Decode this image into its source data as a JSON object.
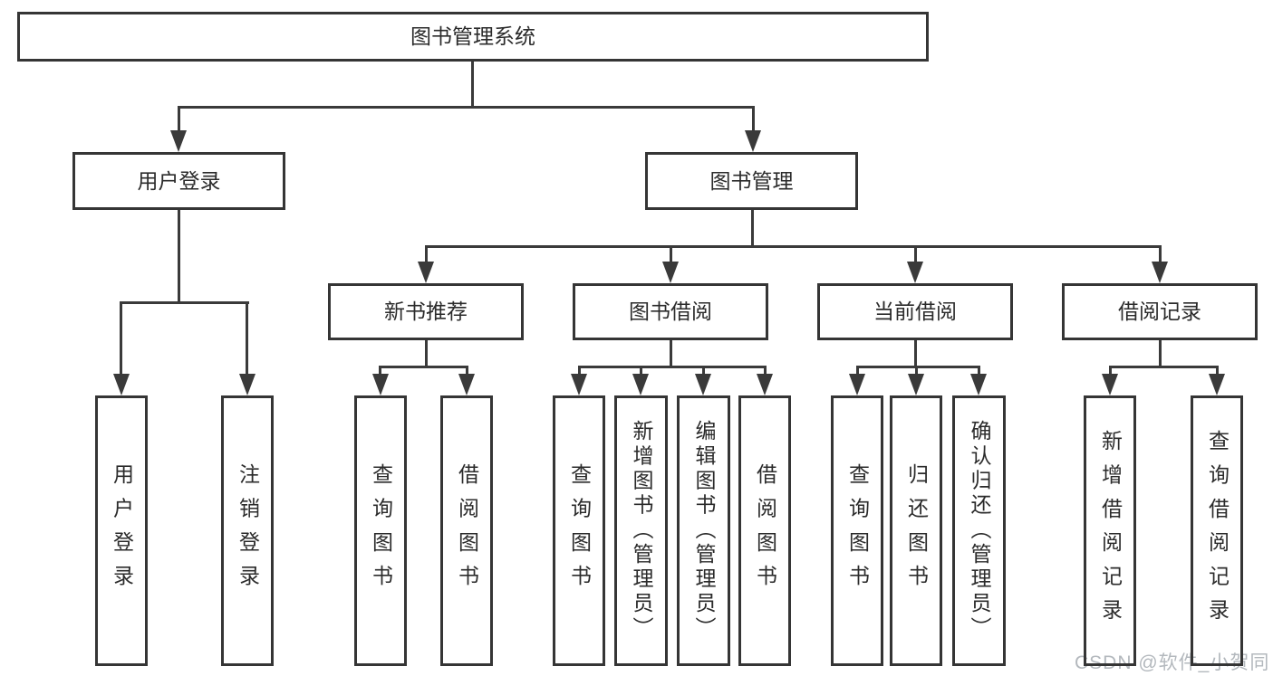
{
  "diagram": {
    "root": "图书管理系统",
    "level2": [
      "用户登录",
      "图书管理"
    ],
    "level3": [
      "新书推荐",
      "图书借阅",
      "当前借阅",
      "借阅记录"
    ],
    "leaves_user_login": [
      "用户登录",
      "注销登录"
    ],
    "leaves_new_book": [
      "查询图书",
      "借阅图书"
    ],
    "leaves_book_borrow": [
      "查询图书",
      "新增图书（管理员）",
      "编辑图书（管理员）",
      "借阅图书"
    ],
    "leaves_current_borrow": [
      "查询图书",
      "归还图书",
      "确认归还（管理员）"
    ],
    "leaves_borrow_record": [
      "新增借阅记录",
      "查询借阅记录"
    ]
  },
  "watermark": "CSDN @软件_小贺同学",
  "colors": {
    "line": "#3a3a3a",
    "box_border": "#353535",
    "text": "#2b2b2b",
    "watermark": "#b3b8bd",
    "background": "#ffffff"
  }
}
